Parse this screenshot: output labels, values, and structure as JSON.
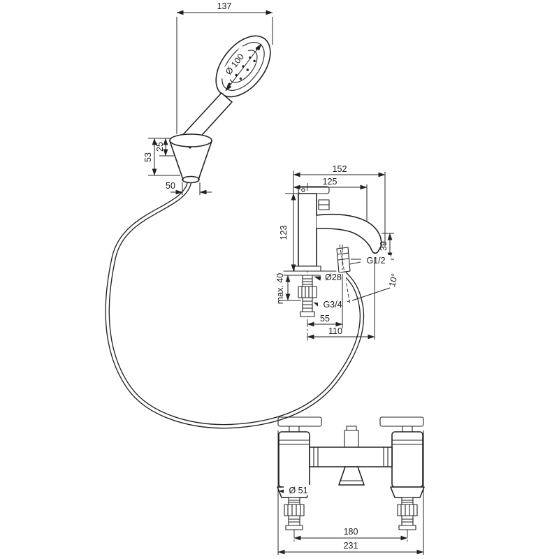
{
  "document": {
    "kind": "technical-dimension-drawing",
    "subject": "Bath mixer with hand shower, hose and wall holder",
    "background": "#ffffff",
    "line_color": "#232323"
  },
  "views": {
    "hand_shower": {
      "name": "Hand shower with holder",
      "dims": {
        "width": "137",
        "head_diameter": "Ø 100",
        "holder_height": "53",
        "holder_top": "25",
        "holder_width": "50"
      }
    },
    "mixer_side": {
      "name": "Mixer side view",
      "dims": {
        "reach": "152",
        "spout_reach": "125",
        "height": "123",
        "shower_hose_thread": "G1/2",
        "outlet_drop": "39",
        "hose_angle": "10°",
        "mounting_hole": "Ø28",
        "max_deck": "max. 40",
        "inlet_thread": "G3/4",
        "hose_offset": "55",
        "outlet_offset": "110"
      }
    },
    "mixer_front": {
      "name": "Mixer front view",
      "dims": {
        "flange_diameter": "Ø 51",
        "hole_centres": "180",
        "overall_width": "231"
      }
    }
  }
}
